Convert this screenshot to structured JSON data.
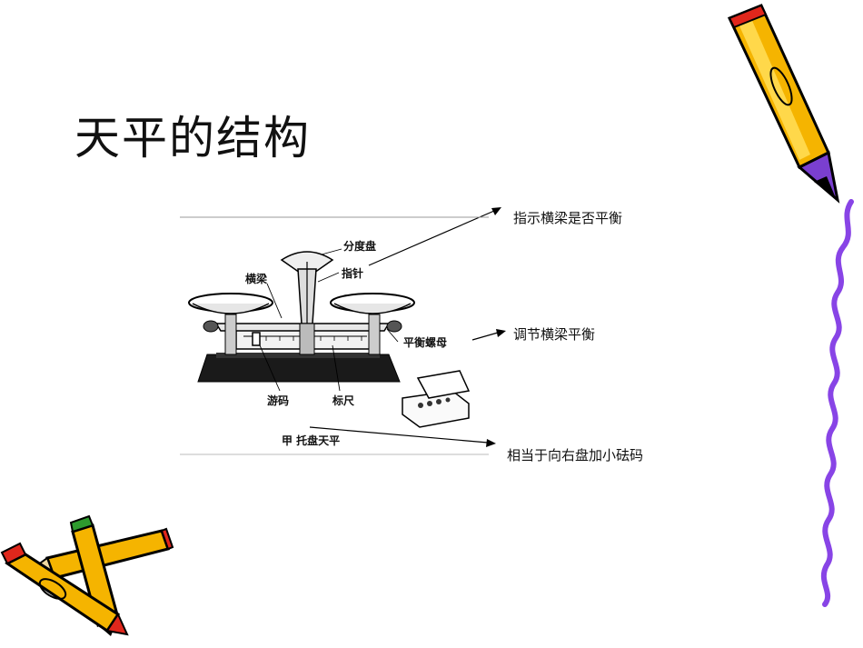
{
  "slide": {
    "title": "天平的结构",
    "notes": [
      "指示横梁是否平衡",
      "调节横梁平衡",
      "相当于向右盘加小砝码"
    ]
  },
  "figure": {
    "labels": {
      "dial": "分度盘",
      "pointer": "指针",
      "beam": "横梁",
      "balance_nut": "平衡螺母",
      "rider": "游码",
      "scale": "标尺",
      "caption": "甲  托盘天平"
    }
  },
  "colors": {
    "pencil_yellow": "#f5b400",
    "pencil_red": "#e0271c",
    "pencil_green": "#2e9b2e",
    "pencil_purple": "#7a3fd0",
    "squiggle_purple": "#8844e6"
  }
}
